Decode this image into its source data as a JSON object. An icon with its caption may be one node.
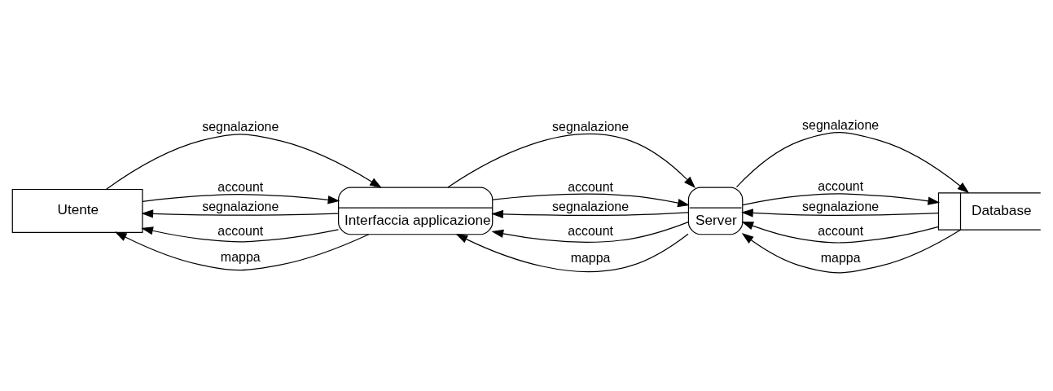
{
  "diagram": {
    "nodes": [
      {
        "text": [
          "Utente"
        ]
      },
      {
        "text": [
          "Interfaccia applicazione"
        ]
      },
      {
        "text": [
          "Server"
        ]
      },
      {
        "text": [
          "Database"
        ]
      }
    ],
    "edges": [
      {
        "from": 1,
        "to": 0,
        "arrow": "to",
        "label": "segnalazione"
      },
      {
        "from": 1,
        "to": 0,
        "arrow": "to",
        "label": "account"
      },
      {
        "from": 0,
        "to": 1,
        "arrow": "to",
        "label": "segnalazione"
      },
      {
        "from": 0,
        "to": 1,
        "arrow": "to",
        "label": "account"
      },
      {
        "from": 1,
        "to": 0,
        "arrow": "to",
        "label": "mappa"
      },
      {
        "from": 2,
        "to": 1,
        "arrow": "to",
        "label": "segnalazione"
      },
      {
        "from": 2,
        "to": 1,
        "arrow": "to",
        "label": "account"
      },
      {
        "from": 1,
        "to": 2,
        "arrow": "to",
        "label": "segnalazione"
      },
      {
        "from": 1,
        "to": 2,
        "arrow": "to",
        "label": "account"
      },
      {
        "from": 2,
        "to": 1,
        "arrow": "to",
        "label": "mappa"
      },
      {
        "from": 3,
        "to": 2,
        "arrow": "to",
        "label": "segnalazione"
      },
      {
        "from": 3,
        "to": 2,
        "arrow": "to",
        "label": "account"
      },
      {
        "from": 2,
        "to": 3,
        "arrow": "to",
        "label": "segnalazione"
      },
      {
        "from": 2,
        "to": 3,
        "arrow": "to",
        "label": "account"
      },
      {
        "from": 3,
        "to": 2,
        "arrow": "to",
        "label": "mappa"
      }
    ]
  }
}
